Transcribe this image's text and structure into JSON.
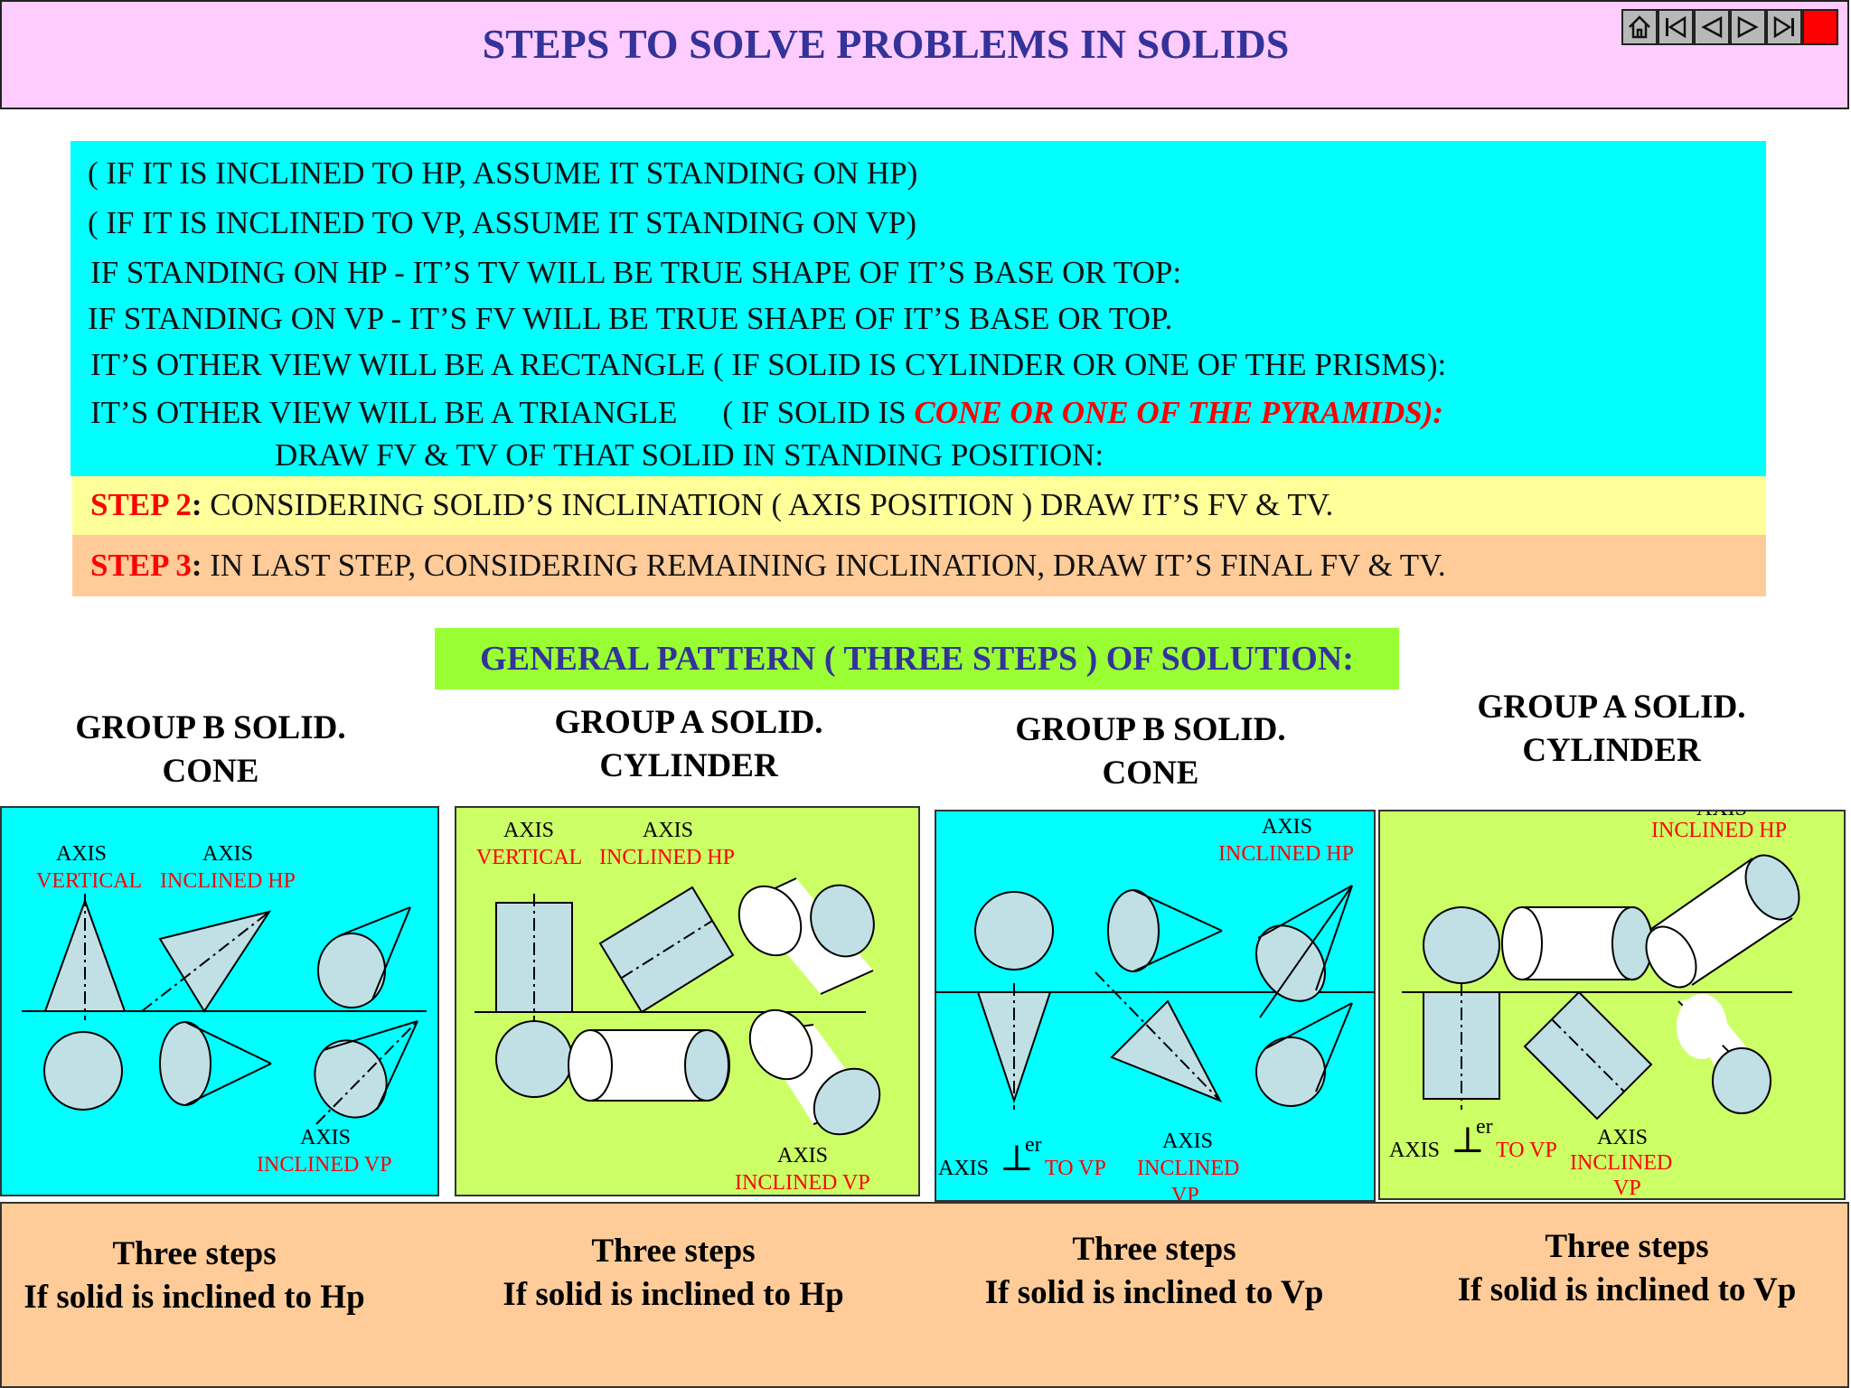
{
  "header": {
    "title": "STEPS TO SOLVE PROBLEMS IN SOLIDS",
    "nav_icons": [
      "home-icon",
      "first-slide-icon",
      "previous-slide-icon",
      "next-slide-icon",
      "last-slide-icon",
      "stop-icon"
    ]
  },
  "step1": {
    "lines": [
      "( IF IT IS INCLINED TO HP, ASSUME IT STANDING ON HP)",
      "( IF IT IS INCLINED TO VP, ASSUME IT STANDING ON VP)",
      "IF STANDING ON HP - IT’S TV WILL BE TRUE SHAPE OF IT’S BASE OR TOP:",
      "IF STANDING ON VP - IT’S FV WILL BE TRUE SHAPE OF IT’S BASE OR TOP.",
      "IT’S OTHER VIEW WILL BE A RECTANGLE ( IF SOLID IS CYLINDER OR ONE OF THE PRISMS):"
    ],
    "triangle_prefix": "IT’S OTHER VIEW WILL BE A TRIANGLE",
    "triangle_mid": "( IF SOLID IS",
    "triangle_emph": "CONE OR ONE OF THE PYRAMIDS):",
    "draw_line": "DRAW FV & TV OF THAT SOLID IN STANDING POSITION:"
  },
  "step2": {
    "label": "STEP 2",
    "colon": ":",
    "text": " CONSIDERING SOLID’S INCLINATION ( AXIS POSITION ) DRAW IT’S FV & TV."
  },
  "step3": {
    "label": "STEP 3",
    "colon": ":",
    "text": " IN LAST STEP, CONSIDERING REMAINING INCLINATION, DRAW IT’S FINAL FV & TV."
  },
  "pattern_title": "GENERAL PATTERN ( THREE STEPS ) OF SOLUTION:",
  "groups": [
    {
      "line1": "GROUP B SOLID.",
      "line2": "CONE"
    },
    {
      "line1": "GROUP A SOLID.",
      "line2": "CYLINDER"
    },
    {
      "line1": "GROUP B SOLID.",
      "line2": "CONE"
    },
    {
      "line1": "GROUP A SOLID.",
      "line2": "CYLINDER"
    }
  ],
  "panels": [
    {
      "labels": [
        "AXIS",
        "VERTICAL",
        "AXIS",
        "INCLINED HP",
        "AXIS",
        "INCLINED VP"
      ]
    },
    {
      "labels": [
        "AXIS",
        "VERTICAL",
        "AXIS",
        "INCLINED HP",
        "AXIS",
        "INCLINED VP"
      ]
    },
    {
      "labels": [
        "AXIS",
        "INCLINED HP",
        "AXIS",
        "⊥",
        "er",
        "TO VP",
        "AXIS",
        "INCLINED",
        "VP"
      ]
    },
    {
      "labels": [
        "AXIS",
        "INCLINED HP",
        "AXIS",
        "⊥",
        "er",
        "TO VP",
        "AXIS",
        "INCLINED",
        "VP"
      ]
    }
  ],
  "captions": [
    {
      "line1": "Three steps",
      "line2": "If solid is inclined to Hp"
    },
    {
      "line1": "Three steps",
      "line2": "If solid is inclined to Hp"
    },
    {
      "line1": "Three steps",
      "line2": "If solid is inclined to Vp"
    },
    {
      "line1": "Three steps",
      "line2": "If solid is inclined to Vp"
    }
  ],
  "colors": {
    "title_bg": "#ffccff",
    "title_text": "#333399",
    "step1_bg": "#00ffff",
    "step2_bg": "#ffff99",
    "step3_bg": "#ffcc99",
    "pattern_bg": "#99ff33",
    "panel_cyan": "#00ffff",
    "panel_green": "#ccff66",
    "solid_fill": "#c0e0e6",
    "emphasis_red": "#ff0000"
  }
}
